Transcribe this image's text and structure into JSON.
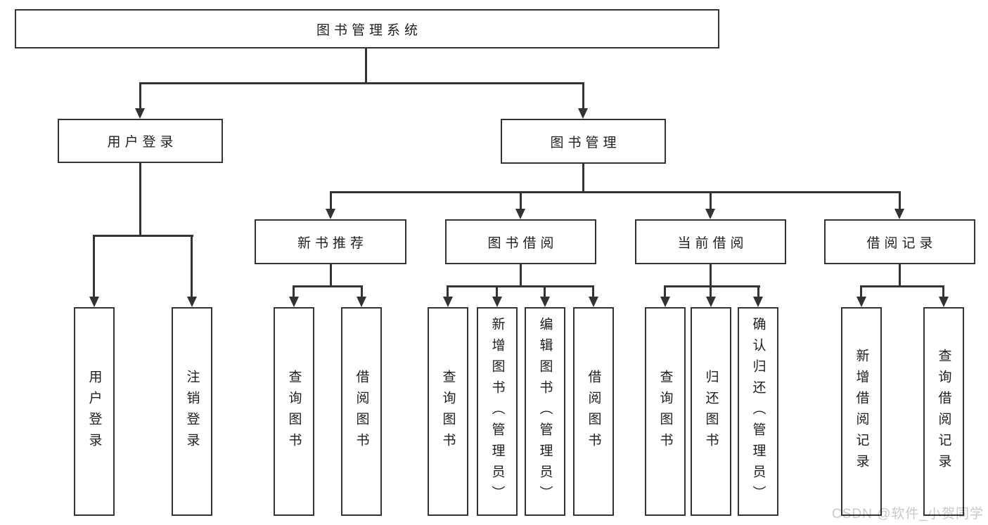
{
  "tree": {
    "root": {
      "label": "图书管理系统"
    },
    "branches": [
      {
        "label": "用户登录",
        "children": [
          {
            "label": "用户登录"
          },
          {
            "label": "注销登录"
          }
        ]
      },
      {
        "label": "图书管理",
        "children": [
          {
            "label": "新书推荐",
            "children": [
              {
                "label": "查询图书"
              },
              {
                "label": "借阅图书"
              }
            ]
          },
          {
            "label": "图书借阅",
            "children": [
              {
                "label": "查询图书"
              },
              {
                "label": "新增图书（管理员）"
              },
              {
                "label": "编辑图书（管理员）"
              },
              {
                "label": "借阅图书"
              }
            ]
          },
          {
            "label": "当前借阅",
            "children": [
              {
                "label": "查询图书"
              },
              {
                "label": "归还图书"
              },
              {
                "label": "确认归还（管理员）"
              }
            ]
          },
          {
            "label": "借阅记录",
            "children": [
              {
                "label": "新增借阅记录"
              },
              {
                "label": "查询借阅记录"
              }
            ]
          }
        ]
      }
    ]
  },
  "watermark": {
    "text": "CSDN @软件_小贺同学"
  },
  "colors": {
    "line": "#333333",
    "box_border": "#333333",
    "box_fill": "#ffffff",
    "text": "#1f1f1f",
    "watermark": "#c9c9c9",
    "background": "#ffffff"
  }
}
